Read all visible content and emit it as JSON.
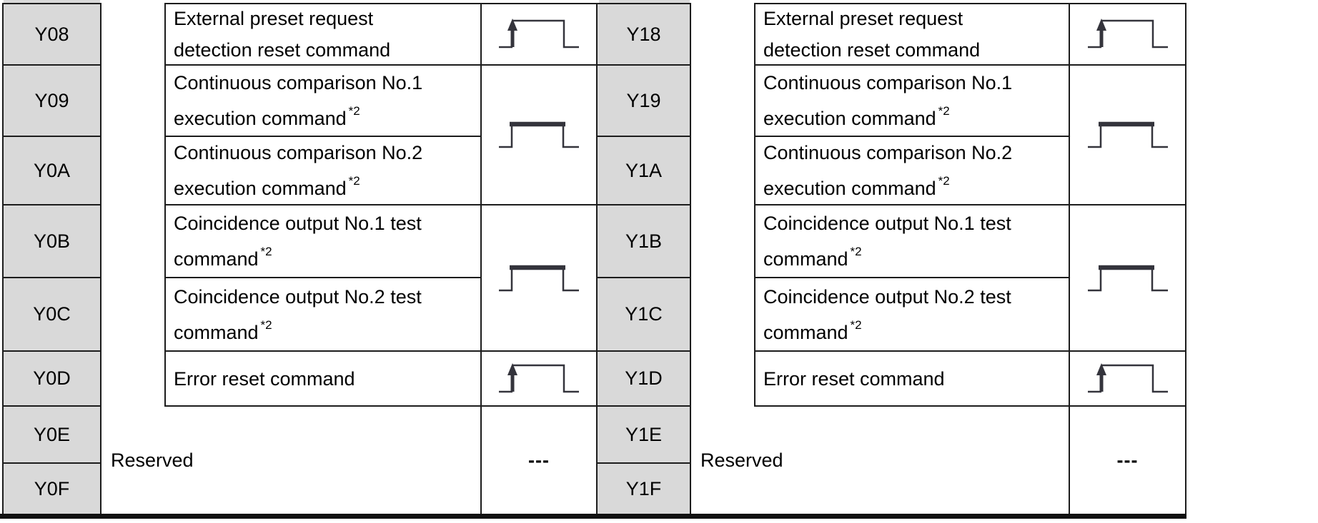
{
  "colors": {
    "signal_cell_gray": "#d9d9d9",
    "border": "#1c1c1c",
    "waveform": "#34343c",
    "background": "#ffffff"
  },
  "halves": [
    {
      "signals": [
        "Y08",
        "Y09",
        "Y0A",
        "Y0B",
        "Y0C",
        "Y0D",
        "Y0E",
        "Y0F"
      ],
      "descriptions": [
        {
          "line1": "External preset request",
          "line2": "detection reset command",
          "note": ""
        },
        {
          "line1": "Continuous comparison No.1",
          "line2": "execution command",
          "note": "*2"
        },
        {
          "line1": "Continuous comparison No.2",
          "line2": "execution command",
          "note": "*2"
        },
        {
          "line1": "Coincidence output No.1 test",
          "line2": "command",
          "note": "*2"
        },
        {
          "line1": "Coincidence output No.2 test",
          "line2": "command",
          "note": "*2"
        },
        {
          "line1": "Error reset command",
          "line2": "",
          "note": ""
        }
      ],
      "timing_icons": [
        "edge-pulse",
        "level-pulse",
        "level-pulse",
        "edge-pulse"
      ],
      "reserved_label": "Reserved",
      "reserved_timing": "---"
    },
    {
      "signals": [
        "Y18",
        "Y19",
        "Y1A",
        "Y1B",
        "Y1C",
        "Y1D",
        "Y1E",
        "Y1F"
      ],
      "descriptions": [
        {
          "line1": "External preset request",
          "line2": "detection reset command",
          "note": ""
        },
        {
          "line1": "Continuous comparison No.1",
          "line2": "execution command",
          "note": "*2"
        },
        {
          "line1": "Continuous comparison No.2",
          "line2": "execution command",
          "note": "*2"
        },
        {
          "line1": "Coincidence output No.1 test",
          "line2": "command",
          "note": "*2"
        },
        {
          "line1": "Coincidence output No.2 test",
          "line2": "command",
          "note": "*2"
        },
        {
          "line1": "Error reset command",
          "line2": "",
          "note": ""
        }
      ],
      "timing_icons": [
        "edge-pulse",
        "level-pulse",
        "level-pulse",
        "edge-pulse"
      ],
      "reserved_label": "Reserved",
      "reserved_timing": "---"
    }
  ]
}
